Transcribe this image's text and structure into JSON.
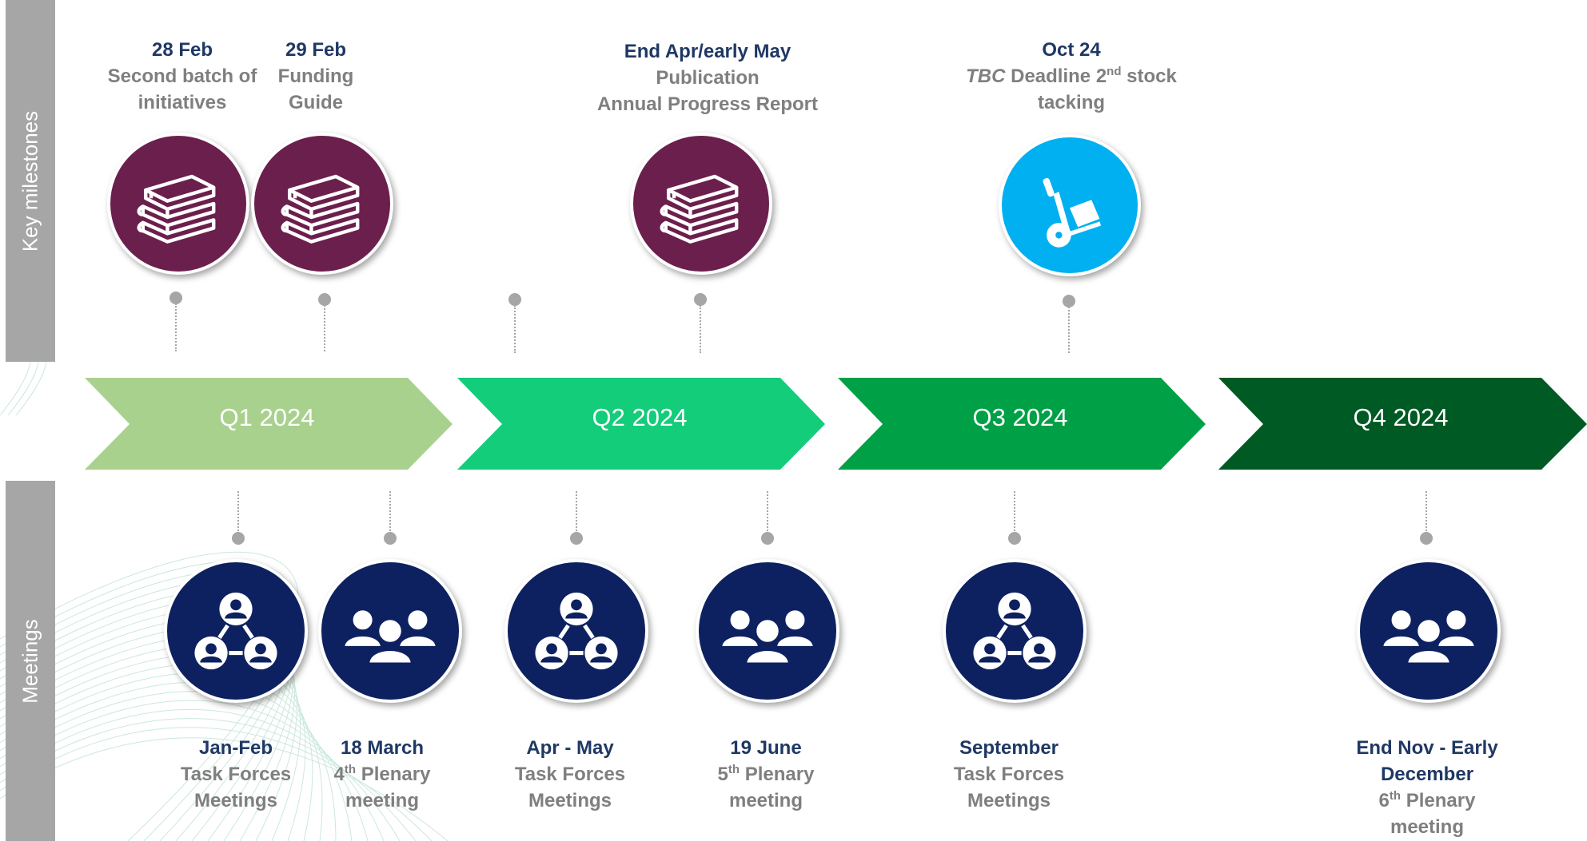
{
  "side_labels": {
    "top": "Key milestones",
    "bottom": "Meetings"
  },
  "quarters": [
    {
      "label": "Q1 2024",
      "color": "#a9d18e"
    },
    {
      "label": "Q2 2024",
      "color": "#13cd7a"
    },
    {
      "label": "Q3 2024",
      "color": "#00a046"
    },
    {
      "label": "Q4 2024",
      "color": "#005a24"
    }
  ],
  "milestones": [
    {
      "date": "28 Feb",
      "lines": [
        "Second batch of",
        "initiatives"
      ],
      "icon": "books-icon",
      "color": "#6b1f4d"
    },
    {
      "date": "29 Feb",
      "lines": [
        "Funding",
        "Guide"
      ],
      "icon": "books-icon",
      "color": "#6b1f4d"
    },
    {
      "date": "End Apr/early May",
      "lines": [
        "Publication",
        "Annual Progress Report"
      ],
      "icon": "books-icon",
      "color": "#6b1f4d"
    },
    {
      "date": "Oct 24",
      "line1_italic": "TBC",
      "line1_a": " Deadline 2",
      "line1_sup": "nd",
      "line1_b": " stock",
      "line2": "tacking",
      "icon": "hand-truck-icon",
      "color": "#00b0f0"
    }
  ],
  "meetings": [
    {
      "date": "Jan-Feb",
      "lines": [
        "Task Forces",
        "Meetings"
      ],
      "icon": "network-people-icon"
    },
    {
      "date": "18 March",
      "ord_num": "4",
      "ord_sup": "th",
      "ord_rest": " Plenary",
      "last": "meeting",
      "icon": "group-icon"
    },
    {
      "date": "Apr - May",
      "lines": [
        "Task Forces",
        "Meetings"
      ],
      "icon": "network-people-icon"
    },
    {
      "date": "19 June",
      "ord_num": "5",
      "ord_sup": "th",
      "ord_rest": " Plenary",
      "last": "meeting",
      "icon": "group-icon"
    },
    {
      "date": "September",
      "lines": [
        "Task Forces",
        "Meetings"
      ],
      "icon": "network-people-icon"
    },
    {
      "date_lines": [
        "End Nov - Early",
        "December"
      ],
      "ord_num": "6",
      "ord_sup": "th",
      "ord_rest": " Plenary",
      "last": "meeting",
      "icon": "group-icon"
    }
  ],
  "colors": {
    "date_text": "#1f3864",
    "body_text": "#7f7f7f",
    "meeting_circle": "#0d2160",
    "side_label_bg": "#a6a6a6"
  }
}
